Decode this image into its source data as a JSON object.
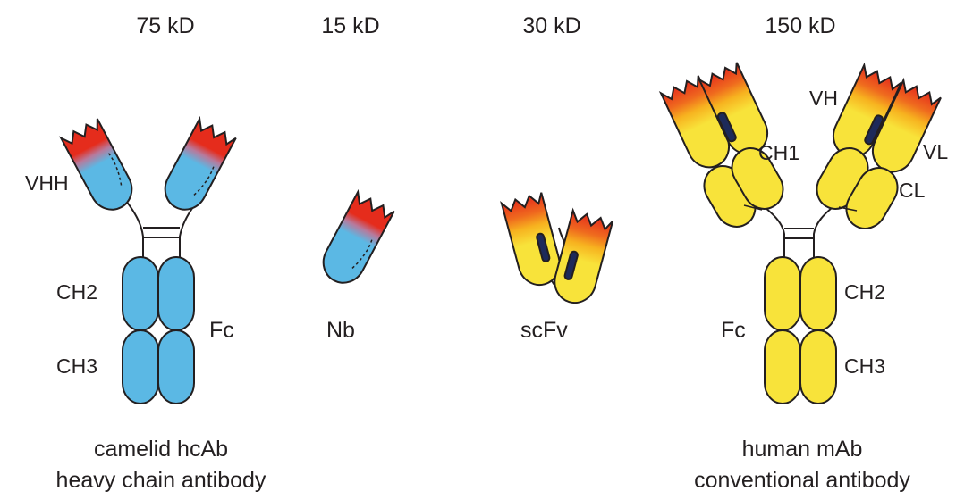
{
  "colors": {
    "camelid_fill": "#5bb8e4",
    "human_fill": "#f8e33a",
    "tip_red": "#e52c1c",
    "tip_orange": "#f29a1f",
    "idiotype_dark": "#1d2a5a",
    "outline": "#231f20"
  },
  "molecules": {
    "hcab": {
      "mass": "75 kD",
      "vhh": "VHH",
      "ch2": "CH2",
      "ch3": "CH3",
      "fc": "Fc",
      "caption_line1": "camelid hcAb",
      "caption_line2": "heavy chain antibody"
    },
    "nb": {
      "mass": "15 kD",
      "name": "Nb"
    },
    "scfv": {
      "mass": "30 kD",
      "name": "scFv"
    },
    "mab": {
      "mass": "150 kD",
      "vh": "VH",
      "vl": "VL",
      "ch1": "CH1",
      "cl": "CL",
      "ch2": "CH2",
      "ch3": "CH3",
      "fc": "Fc",
      "caption_line1": "human mAb",
      "caption_line2": "conventional antibody"
    }
  }
}
